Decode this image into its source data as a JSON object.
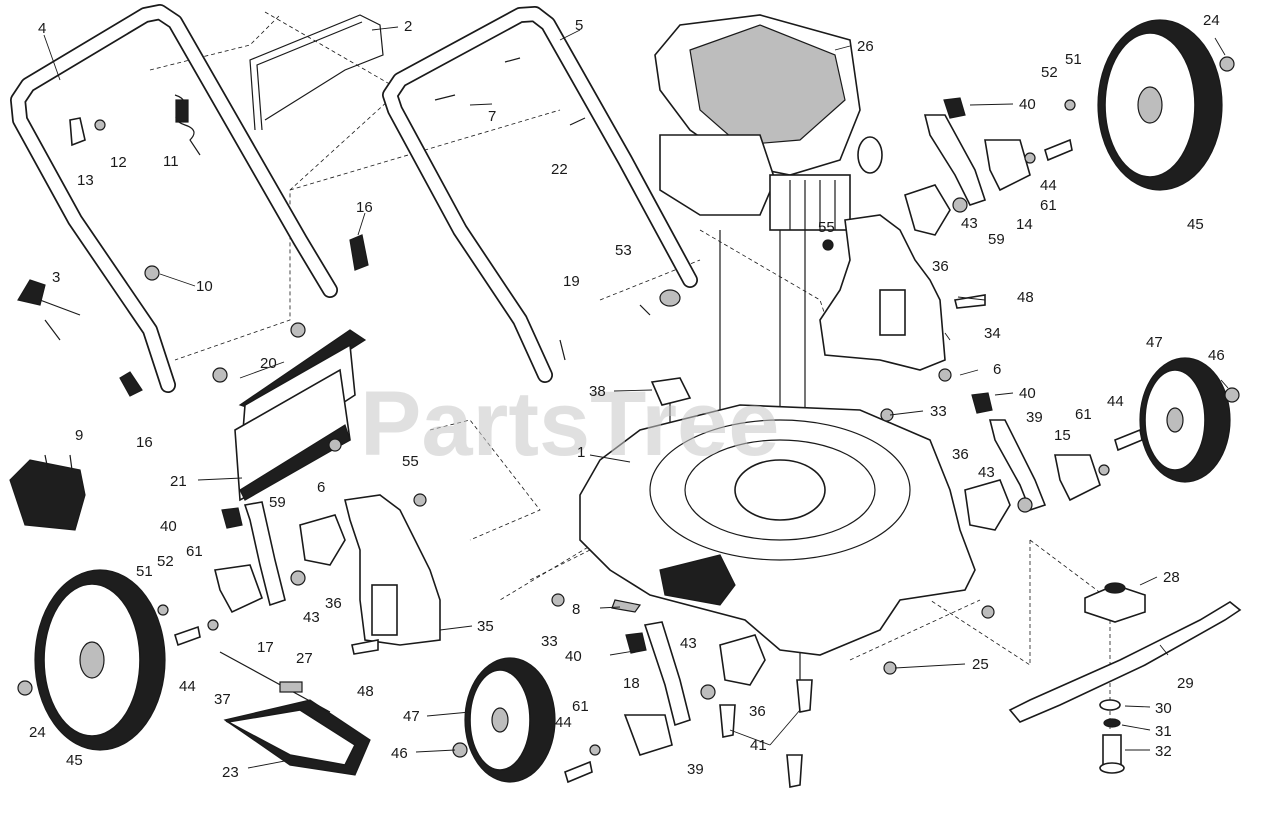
{
  "watermark": "PartsTree",
  "callouts": [
    {
      "id": "c1",
      "text": "1"
    },
    {
      "id": "c2",
      "text": "2"
    },
    {
      "id": "c3",
      "text": "3"
    },
    {
      "id": "c4",
      "text": "4"
    },
    {
      "id": "c5",
      "text": "5"
    },
    {
      "id": "c6a",
      "text": "6"
    },
    {
      "id": "c6b",
      "text": "6"
    },
    {
      "id": "c7",
      "text": "7"
    },
    {
      "id": "c8",
      "text": "8"
    },
    {
      "id": "c9",
      "text": "9"
    },
    {
      "id": "c10",
      "text": "10"
    },
    {
      "id": "c11",
      "text": "11"
    },
    {
      "id": "c12",
      "text": "12"
    },
    {
      "id": "c13",
      "text": "13"
    },
    {
      "id": "c14",
      "text": "14"
    },
    {
      "id": "c15",
      "text": "15"
    },
    {
      "id": "c16a",
      "text": "16"
    },
    {
      "id": "c16b",
      "text": "16"
    },
    {
      "id": "c17",
      "text": "17"
    },
    {
      "id": "c18",
      "text": "18"
    },
    {
      "id": "c19",
      "text": "19"
    },
    {
      "id": "c20",
      "text": "20"
    },
    {
      "id": "c21",
      "text": "21"
    },
    {
      "id": "c22",
      "text": "22"
    },
    {
      "id": "c23",
      "text": "23"
    },
    {
      "id": "c24a",
      "text": "24"
    },
    {
      "id": "c24b",
      "text": "24"
    },
    {
      "id": "c25",
      "text": "25"
    },
    {
      "id": "c26",
      "text": "26"
    },
    {
      "id": "c27",
      "text": "27"
    },
    {
      "id": "c28",
      "text": "28"
    },
    {
      "id": "c29",
      "text": "29"
    },
    {
      "id": "c30",
      "text": "30"
    },
    {
      "id": "c31",
      "text": "31"
    },
    {
      "id": "c32",
      "text": "32"
    },
    {
      "id": "c33a",
      "text": "33"
    },
    {
      "id": "c33b",
      "text": "33"
    },
    {
      "id": "c34",
      "text": "34"
    },
    {
      "id": "c35",
      "text": "35"
    },
    {
      "id": "c36a",
      "text": "36"
    },
    {
      "id": "c36b",
      "text": "36"
    },
    {
      "id": "c36c",
      "text": "36"
    },
    {
      "id": "c36d",
      "text": "36"
    },
    {
      "id": "c37",
      "text": "37"
    },
    {
      "id": "c38",
      "text": "38"
    },
    {
      "id": "c39a",
      "text": "39"
    },
    {
      "id": "c39b",
      "text": "39"
    },
    {
      "id": "c40a",
      "text": "40"
    },
    {
      "id": "c40b",
      "text": "40"
    },
    {
      "id": "c40c",
      "text": "40"
    },
    {
      "id": "c40d",
      "text": "40"
    },
    {
      "id": "c41",
      "text": "41"
    },
    {
      "id": "c43a",
      "text": "43"
    },
    {
      "id": "c43b",
      "text": "43"
    },
    {
      "id": "c43c",
      "text": "43"
    },
    {
      "id": "c43d",
      "text": "43"
    },
    {
      "id": "c44a",
      "text": "44"
    },
    {
      "id": "c44b",
      "text": "44"
    },
    {
      "id": "c44c",
      "text": "44"
    },
    {
      "id": "c44d",
      "text": "44"
    },
    {
      "id": "c45a",
      "text": "45"
    },
    {
      "id": "c45b",
      "text": "45"
    },
    {
      "id": "c46a",
      "text": "46"
    },
    {
      "id": "c46b",
      "text": "46"
    },
    {
      "id": "c47a",
      "text": "47"
    },
    {
      "id": "c47b",
      "text": "47"
    },
    {
      "id": "c48a",
      "text": "48"
    },
    {
      "id": "c48b",
      "text": "48"
    },
    {
      "id": "c51a",
      "text": "51"
    },
    {
      "id": "c51b",
      "text": "51"
    },
    {
      "id": "c52a",
      "text": "52"
    },
    {
      "id": "c52b",
      "text": "52"
    },
    {
      "id": "c53",
      "text": "53"
    },
    {
      "id": "c55a",
      "text": "55"
    },
    {
      "id": "c55b",
      "text": "55"
    },
    {
      "id": "c59a",
      "text": "59"
    },
    {
      "id": "c59b",
      "text": "59"
    },
    {
      "id": "c61a",
      "text": "61"
    },
    {
      "id": "c61b",
      "text": "61"
    },
    {
      "id": "c61c",
      "text": "61"
    },
    {
      "id": "c61d",
      "text": "61"
    }
  ],
  "colors": {
    "line": "#1a1a1a",
    "fill": "#ffffff",
    "dark": "#1e1e1e",
    "watermark": "#c8c8c8"
  }
}
